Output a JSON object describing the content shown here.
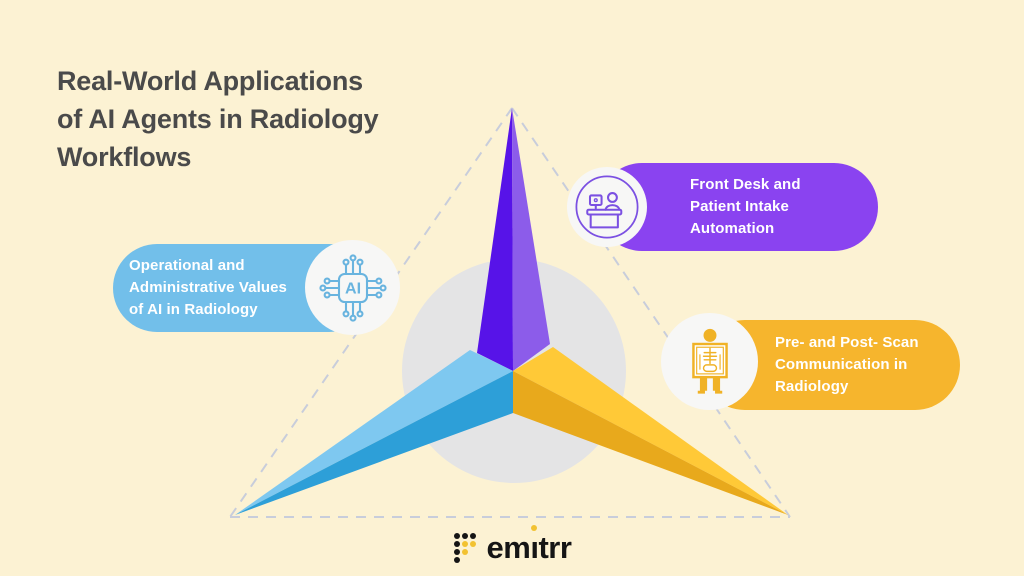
{
  "background": "#FCF2D3",
  "title": {
    "lines": [
      "Real-World Applications",
      "of AI Agents in Radiology",
      "Workflows"
    ],
    "color": "#4A4A4A"
  },
  "cards": [
    {
      "name": "operational-administrative-values",
      "lines": [
        "Operational and",
        "Administrative Values",
        "of AI in Radiology"
      ],
      "color": "#72BFEA",
      "icon": "ai-chip-icon",
      "icon_color": "#69B4DF",
      "ai_label": "AI"
    },
    {
      "name": "front-desk-patient-intake",
      "lines": [
        "Front Desk and",
        "Patient Intake",
        "Automation"
      ],
      "color": "#8A43F0",
      "icon": "front-desk-icon",
      "icon_color": "#7B50E2"
    },
    {
      "name": "pre-post-scan-communication",
      "lines": [
        "Pre- and Post- Scan",
        "Communication in",
        "Radiology"
      ],
      "color": "#F6B52D",
      "icon": "xray-icon",
      "icon_color": "#F0B226"
    }
  ],
  "diagram": {
    "colors": {
      "purple_dark": "#5713E8",
      "purple_light": "#8C5CEA",
      "blue_light": "#7EC8F0",
      "blue_dark": "#2D9FD8",
      "yellow_light": "#FFC937",
      "yellow_dark": "#E8A91C",
      "circle_gray": "#E4E4E5",
      "dash_gray": "#C8CDDB"
    }
  },
  "footer": {
    "brand_prefix": "em",
    "brand_i": "ı",
    "brand_suffix": "trr",
    "dot_color": "#F2C231",
    "text_color": "#151515"
  }
}
